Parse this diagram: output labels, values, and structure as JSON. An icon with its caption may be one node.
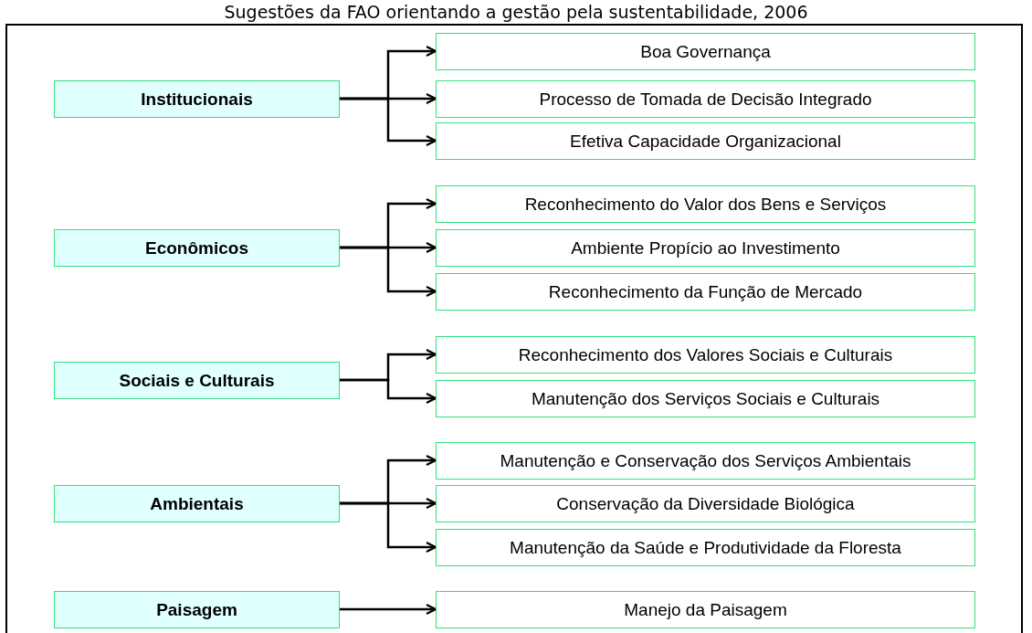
{
  "diagram": {
    "title": "Sugestões da FAO orientando a gestão pela sustentabilidade, 2006",
    "nodes": [
      {
        "text": [
          "Institucionais"
        ]
      },
      {
        "text": [
          "Boa Governança"
        ]
      },
      {
        "text": [
          "Processo de Tomada de Decisão Integrado"
        ]
      },
      {
        "text": [
          "Efetiva Capacidade Organizacional"
        ]
      },
      {
        "text": [
          "Econômicos"
        ]
      },
      {
        "text": [
          "Reconhecimento do Valor dos Bens e Serviços"
        ]
      },
      {
        "text": [
          "Ambiente Propício ao Investimento"
        ]
      },
      {
        "text": [
          "Reconhecimento da Função de Mercado"
        ]
      },
      {
        "text": [
          "Sociais e Culturais"
        ]
      },
      {
        "text": [
          "Reconhecimento dos Valores Sociais e Culturais"
        ]
      },
      {
        "text": [
          "Manutenção dos Serviços Sociais e Culturais"
        ]
      },
      {
        "text": [
          "Ambientais"
        ]
      },
      {
        "text": [
          "Manutenção e Conservação dos Serviços Ambientais"
        ]
      },
      {
        "text": [
          "Conservação da Diversidade Biológica"
        ]
      },
      {
        "text": [
          "Manutenção da Saúde e Produtividade da Floresta"
        ]
      },
      {
        "text": [
          "Paisagem"
        ]
      },
      {
        "text": [
          "Manejo da Paisagem"
        ]
      }
    ],
    "edges": [
      {
        "from": 0,
        "to": 1,
        "arrow": "to"
      },
      {
        "from": 0,
        "to": 2,
        "arrow": "to"
      },
      {
        "from": 0,
        "to": 3,
        "arrow": "to"
      },
      {
        "from": 4,
        "to": 5,
        "arrow": "to"
      },
      {
        "from": 4,
        "to": 6,
        "arrow": "to"
      },
      {
        "from": 4,
        "to": 7,
        "arrow": "to"
      },
      {
        "from": 8,
        "to": 9,
        "arrow": "to"
      },
      {
        "from": 8,
        "to": 10,
        "arrow": "to"
      },
      {
        "from": 11,
        "to": 12,
        "arrow": "to"
      },
      {
        "from": 11,
        "to": 13,
        "arrow": "to"
      },
      {
        "from": 11,
        "to": 14,
        "arrow": "to"
      },
      {
        "from": 15,
        "to": 16,
        "arrow": "to"
      }
    ]
  }
}
